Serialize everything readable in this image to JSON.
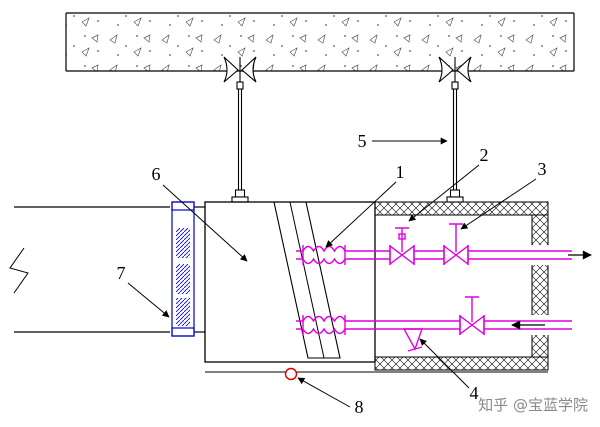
{
  "diagram": {
    "callouts": [
      "1",
      "2",
      "3",
      "4",
      "5",
      "6",
      "7",
      "8"
    ],
    "watermark": "知乎 @宝蓝学院",
    "flow": {
      "upper_pipe": "right",
      "lower_pipe": "left"
    },
    "colors": {
      "line": "#000000",
      "pipe": "#E100E1",
      "flex_connector": "#0000CD",
      "drain": "#D40000",
      "watermark": "#8A8A8A"
    }
  }
}
